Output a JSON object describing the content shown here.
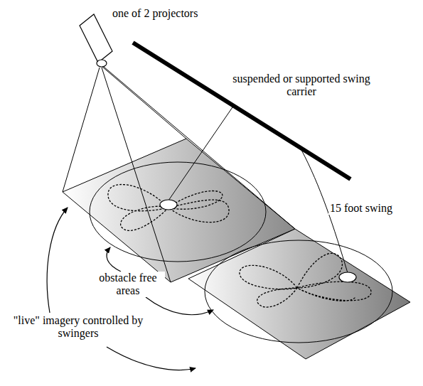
{
  "diagram": {
    "labels": [
      "one of 2 projectors",
      "suspended or supported swing carrier",
      "15 foot swing",
      "obstacle free areas",
      "\"live\" imagery controlled by swingers"
    ]
  }
}
